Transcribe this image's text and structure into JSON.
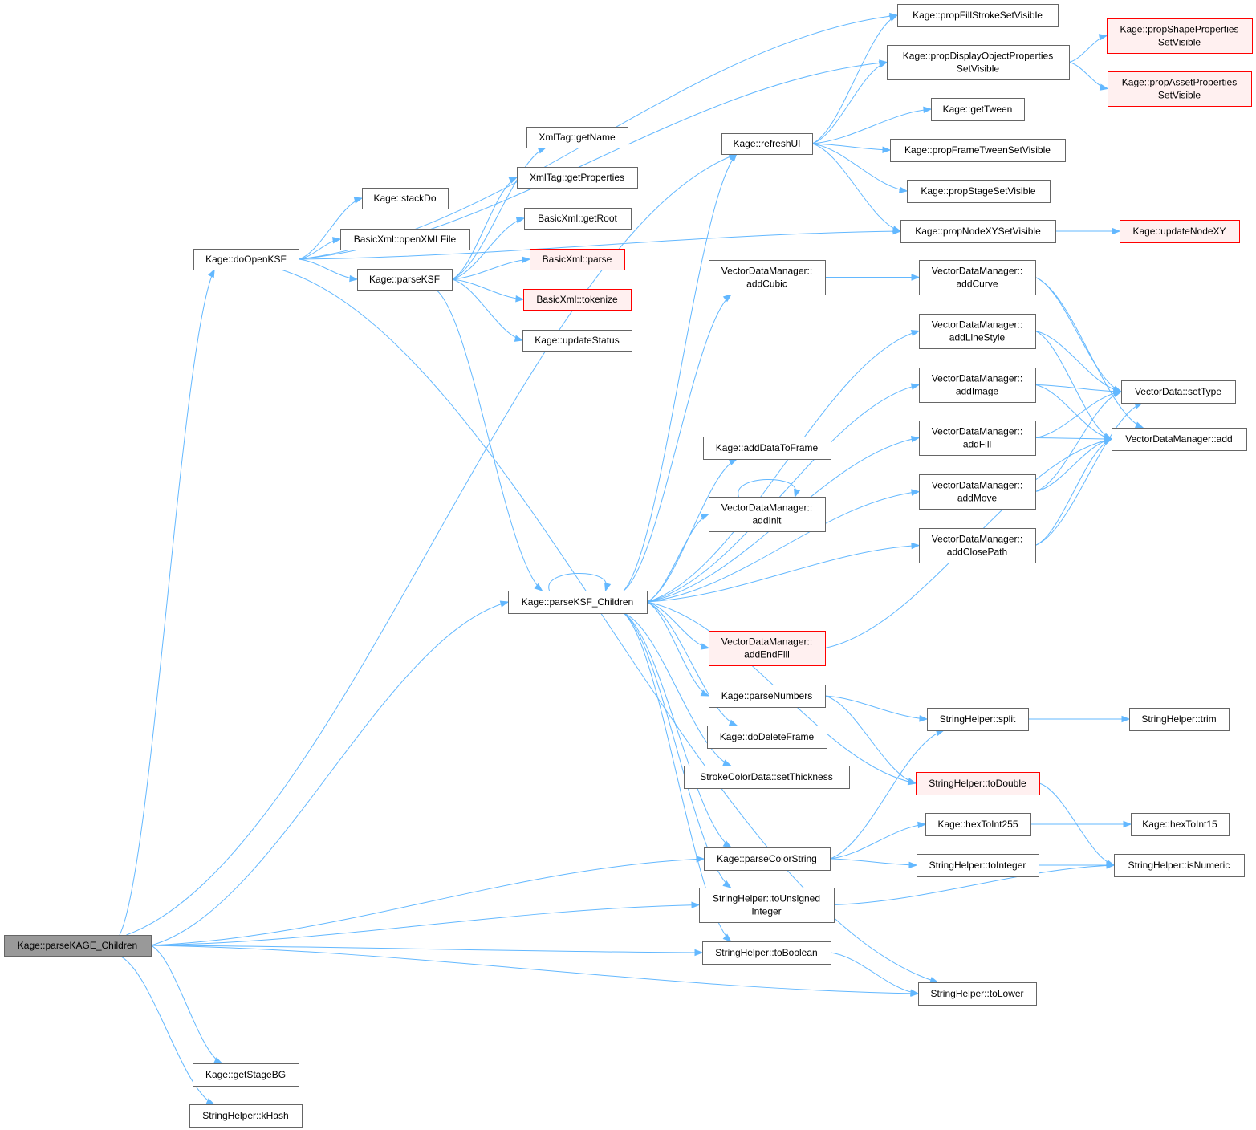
{
  "diagram": {
    "type": "call-graph",
    "colors": {
      "edge": "#63b8ff",
      "node_border": "#666666",
      "root_fill": "#999999",
      "truncated_border": "#ff0000",
      "truncated_fill": "#fff0f0"
    },
    "nodes": [
      {
        "id": "root",
        "lines": [
          "Kage::parseKAGE_Children"
        ],
        "style": "root"
      },
      {
        "id": "doOpenKSF",
        "lines": [
          "Kage::doOpenKSF"
        ]
      },
      {
        "id": "stackDo",
        "lines": [
          "Kage::stackDo"
        ]
      },
      {
        "id": "openXMLFile",
        "lines": [
          "BasicXml::openXMLFile"
        ]
      },
      {
        "id": "parseKSF",
        "lines": [
          "Kage::parseKSF"
        ]
      },
      {
        "id": "getName",
        "lines": [
          "XmlTag::getName"
        ]
      },
      {
        "id": "getProperties",
        "lines": [
          "XmlTag::getProperties"
        ]
      },
      {
        "id": "getRoot",
        "lines": [
          "BasicXml::getRoot"
        ]
      },
      {
        "id": "bxParse",
        "lines": [
          "BasicXml::parse"
        ],
        "style": "red"
      },
      {
        "id": "tokenize",
        "lines": [
          "BasicXml::tokenize"
        ],
        "style": "red"
      },
      {
        "id": "updateStatus",
        "lines": [
          "Kage::updateStatus"
        ]
      },
      {
        "id": "refreshUI",
        "lines": [
          "Kage::refreshUI"
        ]
      },
      {
        "id": "propFill",
        "lines": [
          "Kage::propFillStrokeSetVisible"
        ]
      },
      {
        "id": "propDisplay",
        "lines": [
          "Kage::propDisplayObjectProperties",
          "SetVisible"
        ]
      },
      {
        "id": "propShape",
        "lines": [
          "Kage::propShapeProperties",
          "SetVisible"
        ],
        "style": "red"
      },
      {
        "id": "propAsset",
        "lines": [
          "Kage::propAssetProperties",
          "SetVisible"
        ],
        "style": "red"
      },
      {
        "id": "getTween",
        "lines": [
          "Kage::getTween"
        ]
      },
      {
        "id": "propFrameTween",
        "lines": [
          "Kage::propFrameTweenSetVisible"
        ]
      },
      {
        "id": "propStage",
        "lines": [
          "Kage::propStageSetVisible"
        ]
      },
      {
        "id": "propNodeXY",
        "lines": [
          "Kage::propNodeXYSetVisible"
        ]
      },
      {
        "id": "updateNodeXY",
        "lines": [
          "Kage::updateNodeXY"
        ],
        "style": "red"
      },
      {
        "id": "addCubic",
        "lines": [
          "VectorDataManager::",
          "addCubic"
        ]
      },
      {
        "id": "addCurve",
        "lines": [
          "VectorDataManager::",
          "addCurve"
        ]
      },
      {
        "id": "addLineStyle",
        "lines": [
          "VectorDataManager::",
          "addLineStyle"
        ]
      },
      {
        "id": "addImage",
        "lines": [
          "VectorDataManager::",
          "addImage"
        ]
      },
      {
        "id": "addFill",
        "lines": [
          "VectorDataManager::",
          "addFill"
        ]
      },
      {
        "id": "addMove",
        "lines": [
          "VectorDataManager::",
          "addMove"
        ]
      },
      {
        "id": "addClosePath",
        "lines": [
          "VectorDataManager::",
          "addClosePath"
        ]
      },
      {
        "id": "setType",
        "lines": [
          "VectorData::setType"
        ]
      },
      {
        "id": "vdmAdd",
        "lines": [
          "VectorDataManager::add"
        ]
      },
      {
        "id": "addDataToFrame",
        "lines": [
          "Kage::addDataToFrame"
        ]
      },
      {
        "id": "addInit",
        "lines": [
          "VectorDataManager::",
          "addInit"
        ]
      },
      {
        "id": "parseKSFChildren",
        "lines": [
          "Kage::parseKSF_Children"
        ]
      },
      {
        "id": "addEndFill",
        "lines": [
          "VectorDataManager::",
          "addEndFill"
        ],
        "style": "red"
      },
      {
        "id": "parseNumbers",
        "lines": [
          "Kage::parseNumbers"
        ]
      },
      {
        "id": "doDeleteFrame",
        "lines": [
          "Kage::doDeleteFrame"
        ]
      },
      {
        "id": "setThickness",
        "lines": [
          "StrokeColorData::setThickness"
        ]
      },
      {
        "id": "split",
        "lines": [
          "StringHelper::split"
        ]
      },
      {
        "id": "trim",
        "lines": [
          "StringHelper::trim"
        ]
      },
      {
        "id": "toDouble",
        "lines": [
          "StringHelper::toDouble"
        ],
        "style": "red"
      },
      {
        "id": "hexToInt255",
        "lines": [
          "Kage::hexToInt255"
        ]
      },
      {
        "id": "hexToInt15",
        "lines": [
          "Kage::hexToInt15"
        ]
      },
      {
        "id": "parseColorString",
        "lines": [
          "Kage::parseColorString"
        ]
      },
      {
        "id": "toInteger",
        "lines": [
          "StringHelper::toInteger"
        ]
      },
      {
        "id": "isNumeric",
        "lines": [
          "StringHelper::isNumeric"
        ]
      },
      {
        "id": "toUnsignedInteger",
        "lines": [
          "StringHelper::toUnsigned",
          "Integer"
        ]
      },
      {
        "id": "toBoolean",
        "lines": [
          "StringHelper::toBoolean"
        ]
      },
      {
        "id": "toLower",
        "lines": [
          "StringHelper::toLower"
        ]
      },
      {
        "id": "getStageBG",
        "lines": [
          "Kage::getStageBG"
        ]
      },
      {
        "id": "kHash",
        "lines": [
          "StringHelper::kHash"
        ]
      }
    ],
    "edges": [
      [
        "root",
        "doOpenKSF"
      ],
      [
        "root",
        "refreshUI"
      ],
      [
        "root",
        "parseKSFChildren"
      ],
      [
        "root",
        "parseColorString"
      ],
      [
        "root",
        "toUnsignedInteger"
      ],
      [
        "root",
        "toBoolean"
      ],
      [
        "root",
        "toLower"
      ],
      [
        "root",
        "getStageBG"
      ],
      [
        "root",
        "kHash"
      ],
      [
        "doOpenKSF",
        "propFill"
      ],
      [
        "doOpenKSF",
        "propDisplay"
      ],
      [
        "doOpenKSF",
        "stackDo"
      ],
      [
        "doOpenKSF",
        "openXMLFile"
      ],
      [
        "doOpenKSF",
        "parseKSF"
      ],
      [
        "doOpenKSF",
        "propNodeXY"
      ],
      [
        "doOpenKSF",
        "toLower"
      ],
      [
        "parseKSF",
        "getName"
      ],
      [
        "parseKSF",
        "getProperties"
      ],
      [
        "parseKSF",
        "getRoot"
      ],
      [
        "parseKSF",
        "bxParse"
      ],
      [
        "parseKSF",
        "tokenize"
      ],
      [
        "parseKSF",
        "updateStatus"
      ],
      [
        "parseKSF",
        "parseKSFChildren"
      ],
      [
        "refreshUI",
        "propFill"
      ],
      [
        "refreshUI",
        "propDisplay"
      ],
      [
        "refreshUI",
        "getTween"
      ],
      [
        "refreshUI",
        "propFrameTween"
      ],
      [
        "refreshUI",
        "propStage"
      ],
      [
        "refreshUI",
        "propNodeXY"
      ],
      [
        "propDisplay",
        "propShape"
      ],
      [
        "propDisplay",
        "propAsset"
      ],
      [
        "propNodeXY",
        "updateNodeXY"
      ],
      [
        "parseKSFChildren",
        "parseKSFChildren"
      ],
      [
        "parseKSFChildren",
        "refreshUI"
      ],
      [
        "parseKSFChildren",
        "addCubic"
      ],
      [
        "parseKSFChildren",
        "addLineStyle"
      ],
      [
        "parseKSFChildren",
        "addImage"
      ],
      [
        "parseKSFChildren",
        "addFill"
      ],
      [
        "parseKSFChildren",
        "addDataToFrame"
      ],
      [
        "parseKSFChildren",
        "addInit"
      ],
      [
        "parseKSFChildren",
        "addMove"
      ],
      [
        "parseKSFChildren",
        "addClosePath"
      ],
      [
        "parseKSFChildren",
        "addEndFill"
      ],
      [
        "parseKSFChildren",
        "parseNumbers"
      ],
      [
        "parseKSFChildren",
        "doDeleteFrame"
      ],
      [
        "parseKSFChildren",
        "setThickness"
      ],
      [
        "parseKSFChildren",
        "toDouble"
      ],
      [
        "parseKSFChildren",
        "parseColorString"
      ],
      [
        "parseKSFChildren",
        "toUnsignedInteger"
      ],
      [
        "parseKSFChildren",
        "toBoolean"
      ],
      [
        "addCubic",
        "addCurve"
      ],
      [
        "addCurve",
        "setType"
      ],
      [
        "addCurve",
        "vdmAdd"
      ],
      [
        "addLineStyle",
        "setType"
      ],
      [
        "addLineStyle",
        "vdmAdd"
      ],
      [
        "addImage",
        "setType"
      ],
      [
        "addImage",
        "vdmAdd"
      ],
      [
        "addFill",
        "setType"
      ],
      [
        "addFill",
        "vdmAdd"
      ],
      [
        "addMove",
        "setType"
      ],
      [
        "addMove",
        "vdmAdd"
      ],
      [
        "addClosePath",
        "setType"
      ],
      [
        "addClosePath",
        "vdmAdd"
      ],
      [
        "addInit",
        "addInit"
      ],
      [
        "addEndFill",
        "vdmAdd"
      ],
      [
        "parseNumbers",
        "split"
      ],
      [
        "parseNumbers",
        "toDouble"
      ],
      [
        "split",
        "trim"
      ],
      [
        "toDouble",
        "isNumeric"
      ],
      [
        "parseColorString",
        "split"
      ],
      [
        "parseColorString",
        "hexToInt255"
      ],
      [
        "parseColorString",
        "toInteger"
      ],
      [
        "hexToInt255",
        "hexToInt15"
      ],
      [
        "toInteger",
        "isNumeric"
      ],
      [
        "toUnsignedInteger",
        "isNumeric"
      ],
      [
        "toBoolean",
        "toLower"
      ]
    ]
  }
}
